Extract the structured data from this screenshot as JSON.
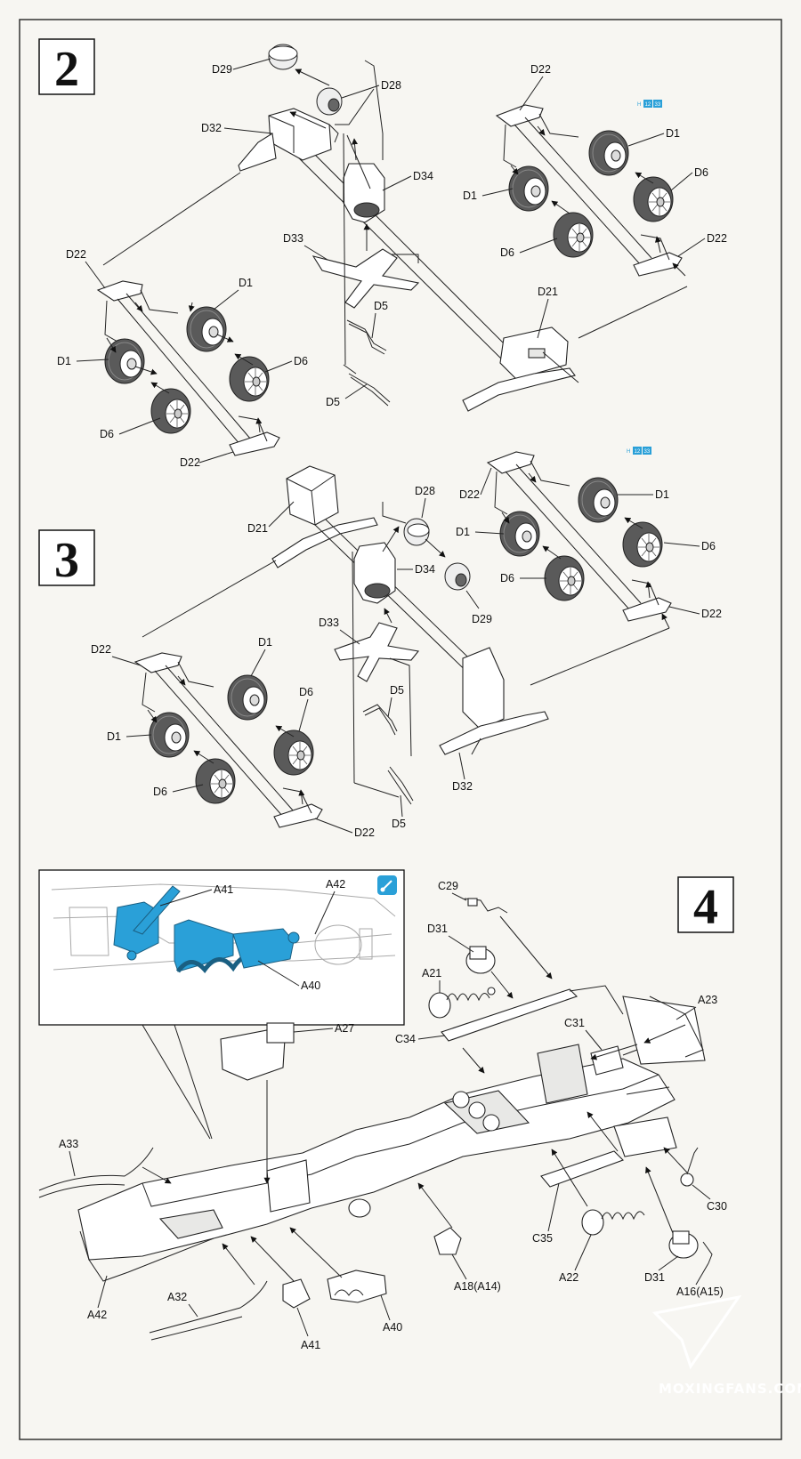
{
  "steps": [
    {
      "number": "2",
      "labels": {
        "d29": "D29",
        "d28": "D28",
        "d32": "D32",
        "d34": "D34",
        "d33": "D33",
        "d5a": "D5",
        "d5b": "D5",
        "d21": "D21",
        "l_d22_top": "D22",
        "l_d1_top": "D1",
        "l_d1_mid": "D1",
        "l_d6_right": "D6",
        "l_d6_low": "D6",
        "l_d22_bot": "D22",
        "r_d22_top": "D22",
        "r_d1_top": "D1",
        "r_d1_mid": "D1",
        "r_d6_right": "D6",
        "r_d6_low": "D6",
        "r_d22_bot": "D22"
      },
      "badge": {
        "h": "H",
        "n1": "12",
        "n2": "33"
      }
    },
    {
      "number": "3",
      "labels": {
        "d21": "D21",
        "d28": "D28",
        "d34": "D34",
        "d29": "D29",
        "d33": "D33",
        "d5a": "D5",
        "d5b": "D5",
        "d32": "D32",
        "l_d22_top": "D22",
        "l_d1_top": "D1",
        "l_d1_mid": "D1",
        "l_d6_right": "D6",
        "l_d6_low": "D6",
        "l_d22_bot": "D22",
        "r_d22_top": "D22",
        "r_d1_top": "D1",
        "r_d1_mid": "D1",
        "r_d6_right": "D6",
        "r_d6_low": "D6",
        "r_d22_bot": "D22"
      },
      "badge": {
        "h": "H",
        "n1": "12",
        "n2": "33"
      }
    },
    {
      "number": "4",
      "inset": {
        "a41": "A41",
        "a42": "A42",
        "a40": "A40"
      },
      "labels": {
        "c29": "C29",
        "d31a": "D31",
        "a21": "A21",
        "a23": "A23",
        "c31": "C31",
        "c34": "C34",
        "a27": "A27",
        "a33": "A33",
        "a42": "A42",
        "a32": "A32",
        "a41": "A41",
        "a40": "A40",
        "a18": "A18(A14)",
        "c35": "C35",
        "a22": "A22",
        "d31b": "D31",
        "c30": "C30",
        "a16": "A16(A15)"
      }
    }
  ],
  "watermark": "MOXINGFANS.COM",
  "colors": {
    "paper": "#f7f6f2",
    "ink": "#222222",
    "highlight": "#2aa0d8"
  }
}
